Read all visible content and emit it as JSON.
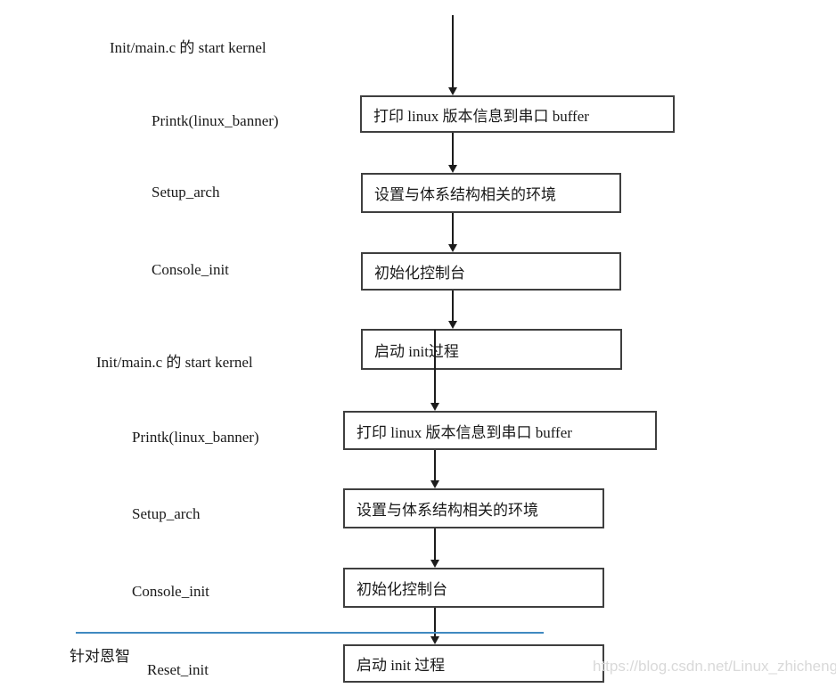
{
  "diagram": {
    "left_labels": [
      "Init/main.c 的 start kernel",
      "Printk(linux_banner)",
      "Setup_arch",
      "Console_init",
      "Init/main.c 的 start kernel",
      "Printk(linux_banner)",
      "Setup_arch",
      "Console_init",
      "Reset_init"
    ],
    "boxes": [
      "打印 linux 版本信息到串口 buffer",
      "设置与体系结构相关的环境",
      "初始化控制台",
      "启动 init过程",
      "打印 linux 版本信息到串口 buffer",
      "设置与体系结构相关的环境",
      "初始化控制台",
      "启动 init 过程"
    ],
    "annotation": "针对恩智",
    "watermark": "https://blog.csdn.net/Linux_zhicheng",
    "colors": {
      "background": "#ffffff",
      "text": "#1a1a1a",
      "box_border": "#3f3f3f",
      "arrow": "#1c1c1c",
      "divider_line": "#4089c0",
      "watermark_text": "#d9d9d9"
    }
  }
}
